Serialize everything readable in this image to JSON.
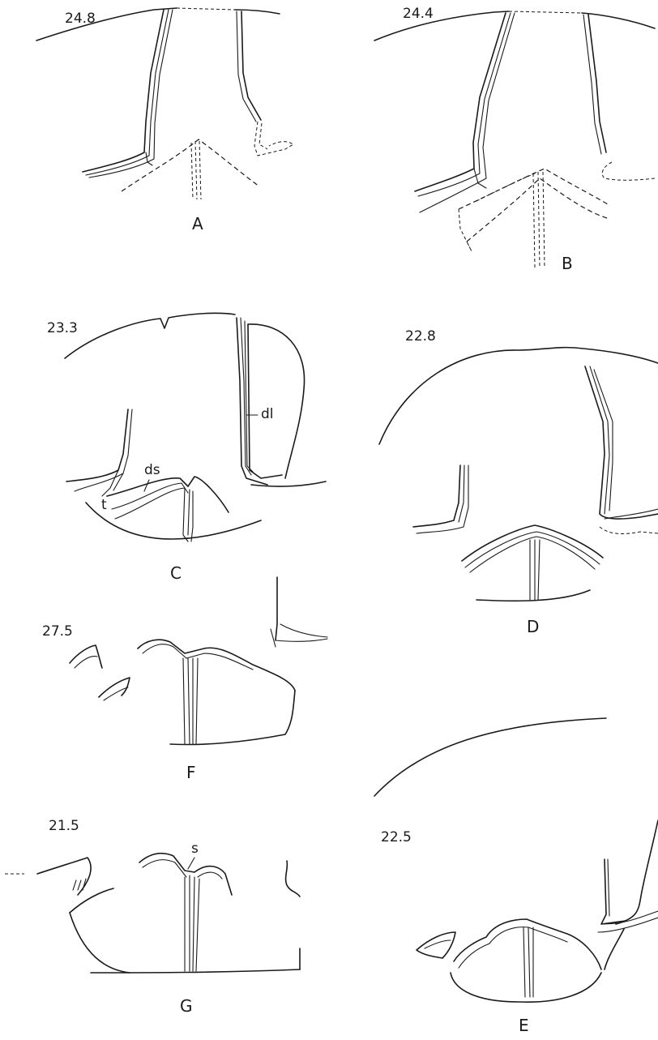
{
  "panels": {
    "a": {
      "letter": "A",
      "number": "24.8"
    },
    "b": {
      "letter": "B",
      "number": "24.4"
    },
    "c": {
      "letter": "C",
      "number": "23.3"
    },
    "d": {
      "letter": "D",
      "number": "22.8"
    },
    "e": {
      "letter": "E",
      "number": "22.5"
    },
    "f": {
      "letter": "F",
      "number": "27.5"
    },
    "g": {
      "letter": "G",
      "number": "21.5"
    }
  },
  "annotations": {
    "dl": "dl",
    "ds": "ds",
    "t": "t",
    "s": "s"
  }
}
